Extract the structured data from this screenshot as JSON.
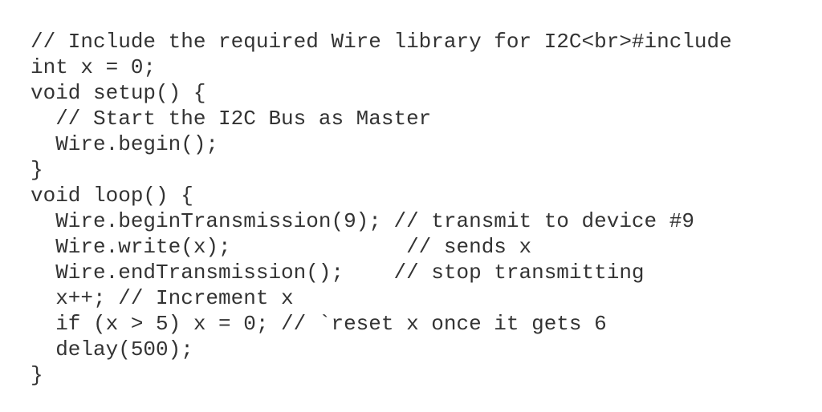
{
  "code": {
    "lines": [
      "// Include the required Wire library for I2C<br>#include",
      "int x = 0;",
      "void setup() {",
      "  // Start the I2C Bus as Master",
      "  Wire.begin();",
      "}",
      "void loop() {",
      "  Wire.beginTransmission(9); // transmit to device #9",
      "  Wire.write(x);              // sends x",
      "  Wire.endTransmission();    // stop transmitting",
      "  x++; // Increment x",
      "  if (x > 5) x = 0; // `reset x once it gets 6",
      "  delay(500);",
      "}"
    ]
  },
  "colors": {
    "text": "#333333",
    "background": "#ffffff"
  }
}
